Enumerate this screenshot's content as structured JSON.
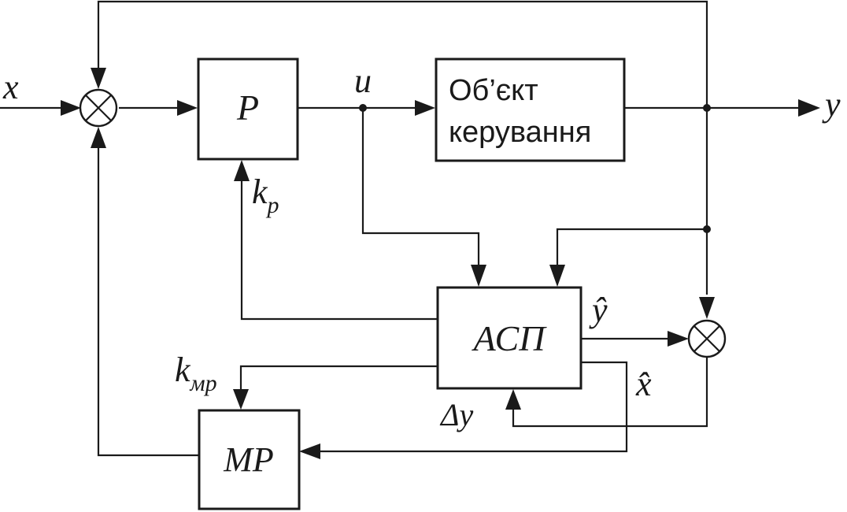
{
  "diagram": {
    "signals": {
      "x": "x",
      "u": "u",
      "y": "y",
      "kp_base": "k",
      "kp_sub": "p",
      "kmr_base": "k",
      "kmr_sub": "мр",
      "y_hat": "ŷ",
      "x_hat": "x̂",
      "delta_y": "Δy"
    },
    "blocks": {
      "regulator": "Р",
      "plant_line1": "Об’єкт",
      "plant_line2": "керування",
      "asp": "АСП",
      "mr": "МР"
    },
    "colors": {
      "stroke": "#1a1a1a",
      "background": "#ffffff"
    }
  }
}
